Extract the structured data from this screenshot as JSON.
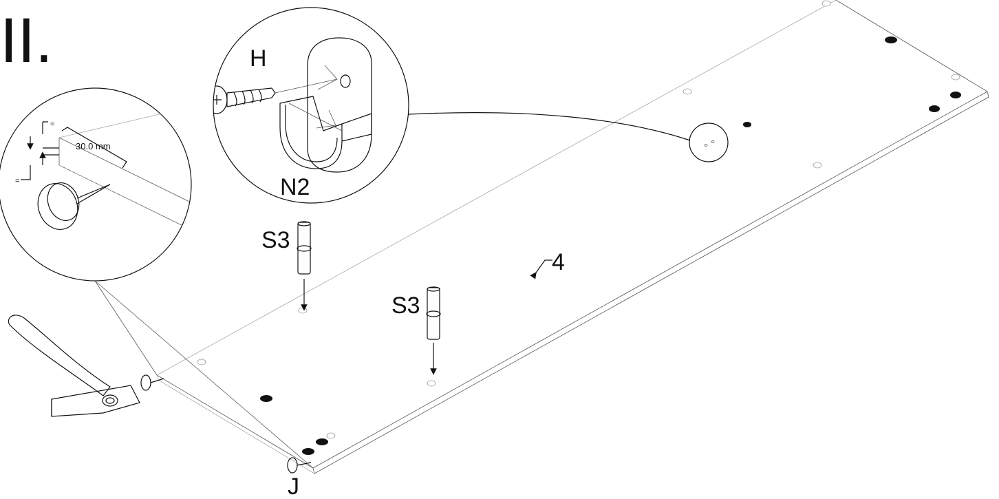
{
  "step_label": "II.",
  "labels": {
    "panel": "4",
    "hanger_screw": "H",
    "hanger_bracket": "N2",
    "dowel_left": "S3",
    "dowel_right": "S3",
    "glide": "J"
  },
  "detail_glide": {
    "dimension": "30.0 mm",
    "equal_top": "=",
    "equal_bottom": "="
  },
  "colors": {
    "line": "#111111",
    "hole_outline": "#999999",
    "background": "#ffffff"
  }
}
